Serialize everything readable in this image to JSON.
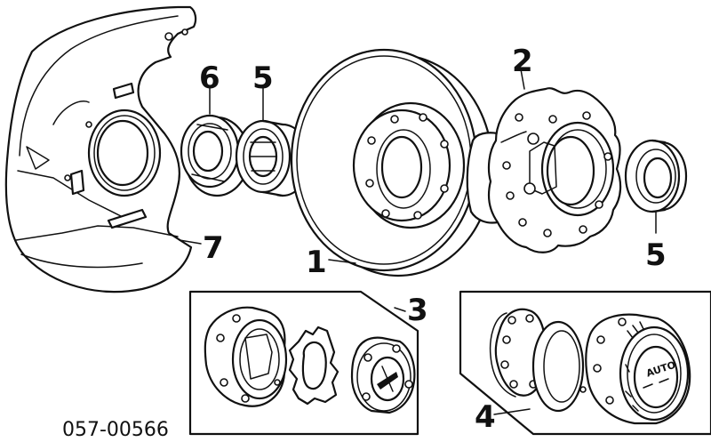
{
  "diagram": {
    "part_code": "057-00566",
    "callouts": {
      "rotor": "1",
      "hub": "2",
      "free_wheel_hub_manual": "3",
      "free_wheel_hub_auto": "4",
      "outer_bearing": "5",
      "inner_bearing_right": "5",
      "inner_race": "6",
      "dust_shield": "7"
    },
    "hub_knob_text": "AUTO"
  }
}
